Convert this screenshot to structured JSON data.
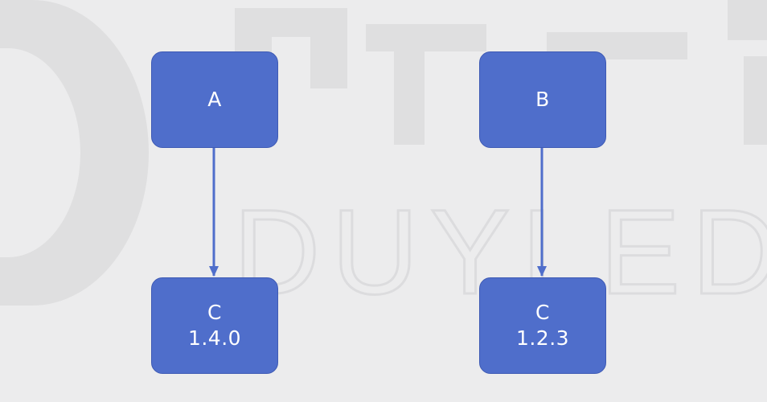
{
  "watermark": {
    "text": "DUYLEDU"
  },
  "nodes": {
    "a": {
      "label": "A"
    },
    "b": {
      "label": "B"
    },
    "c1": {
      "label": "C",
      "version": "1.4.0"
    },
    "c2": {
      "label": "C",
      "version": "1.2.3"
    }
  },
  "colors": {
    "node_fill": "#4f6ecb",
    "edge": "#4f6ecb",
    "background": "#ececed",
    "watermark": "#dfdfe0"
  }
}
